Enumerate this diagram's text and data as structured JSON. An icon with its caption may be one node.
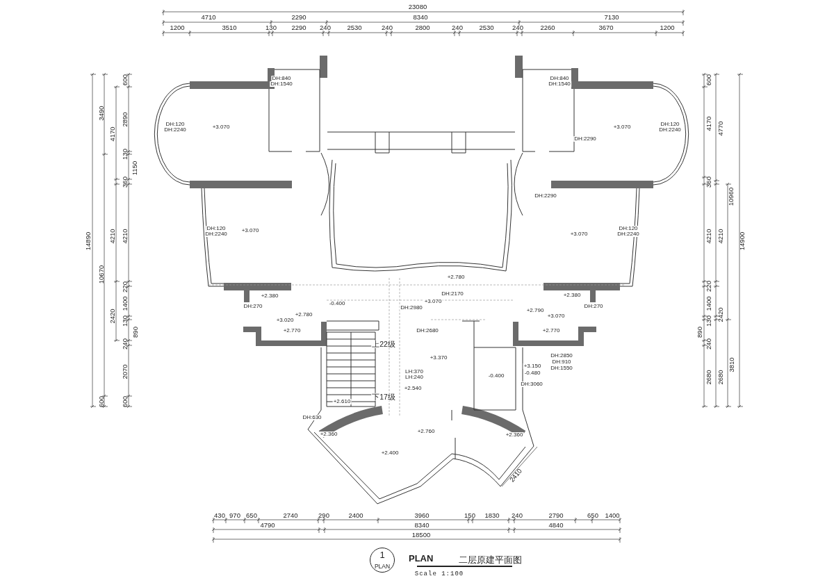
{
  "diagram": {
    "title": "PLAN",
    "nodes": [
      {
        "text": [
          "1",
          "PLAN"
        ]
      }
    ],
    "labels": [
      "23080",
      "4710",
      "2290",
      "8340",
      "7130",
      "1200",
      "3510",
      "130",
      "2290",
      "240",
      "2530",
      "240",
      "2800",
      "240",
      "2530",
      "240",
      "2260",
      "3670",
      "1200",
      "600",
      "3490",
      "2890",
      "4170",
      "130",
      "1150",
      "360",
      "14890",
      "4210",
      "4210",
      "10670",
      "220",
      "1400",
      "2420",
      "130",
      "890",
      "240",
      "2070",
      "600",
      "600",
      "DH:840",
      "DH:1540",
      "DH:840",
      "DH:1540",
      "DH:120",
      "DH:2240",
      "+3.070",
      "+3.070",
      "DH:120",
      "DH:2240",
      "DH:2290",
      "DH:2290",
      "DH:120",
      "DH:2240",
      "+3.070",
      "+3.070",
      "DH:120",
      "DH:2240",
      "+2.780",
      "+2.380",
      "DH:2170",
      "+2.380",
      "-0.400",
      "+3.070",
      "DH:270",
      "DH:2980",
      "DH:270",
      "+2.780",
      "+3.020",
      "+2.790",
      "+3.070",
      "+2.770",
      "DH:2680",
      "+2.770",
      "上22级",
      "DH:2850",
      "+3.370",
      "DH:910",
      "+3.150",
      "DH:1550",
      "LH:370",
      "-0.480",
      "-0.400",
      "LH:240",
      "DH:3060",
      "+2.540",
      "下17级",
      "+2.610",
      "DH:630",
      "+2.760",
      "+2.360",
      "+2.360",
      "+2.400",
      "2410",
      "600",
      "4170",
      "4770",
      "360",
      "10960",
      "4210",
      "4210",
      "14900",
      "220",
      "1400",
      "2420",
      "130",
      "890",
      "240",
      "3810",
      "2680",
      "2680",
      "430",
      "970",
      "650",
      "2740",
      "290",
      "2400",
      "3960",
      "150",
      "1830",
      "240",
      "2790",
      "650",
      "1400",
      "4790",
      "8340",
      "4840",
      "18500",
      "二层原建平面图",
      "Scale 1:100"
    ]
  }
}
